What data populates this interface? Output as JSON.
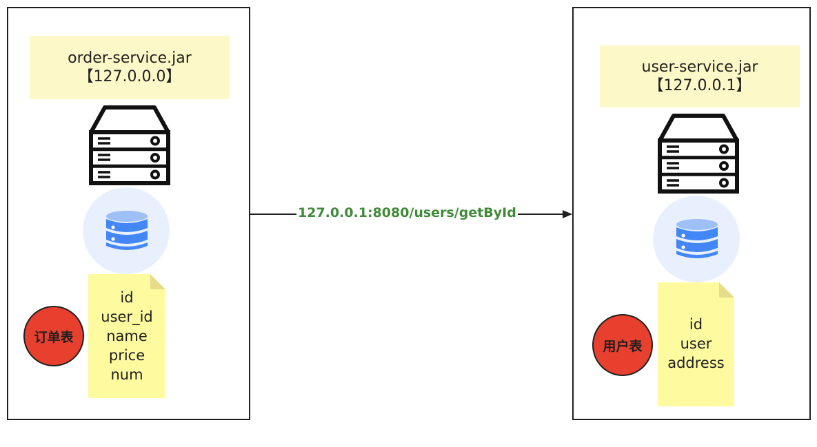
{
  "left_service": {
    "jar": "order-service.jar",
    "ip": "【127.0.0.0】",
    "table_badge": "订单表",
    "fields": [
      "id",
      "user_id",
      "name",
      "price",
      "num"
    ]
  },
  "right_service": {
    "jar": "user-service.jar",
    "ip": "【127.0.0.1】",
    "table_badge": "用户表",
    "fields": [
      "id",
      "user",
      "address"
    ]
  },
  "connector": {
    "label": "127.0.0.1:8080/users/getById",
    "color": "#3e8a38"
  },
  "icons": {
    "server": "server-rack-icon",
    "database": "database-icon"
  },
  "colors": {
    "label_bg": "#fdf8c7",
    "note_bg": "#fdfaa0",
    "badge": "#e8402e",
    "db_blue": "#4287f5",
    "db_circle": "#e9f0fd"
  }
}
